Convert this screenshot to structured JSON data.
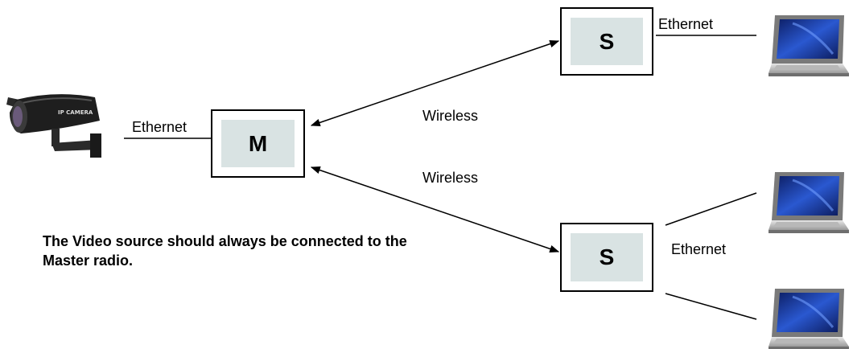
{
  "nodes": {
    "master": "M",
    "slave_top": "S",
    "slave_bottom": "S"
  },
  "labels": {
    "camera_link": "Ethernet",
    "top_link": "Ethernet",
    "bottom_link": "Ethernet",
    "wireless_top": "Wireless",
    "wireless_bottom": "Wireless"
  },
  "note": "The Video source should always be connected to the Master radio.",
  "icons": [
    "ip-camera-icon",
    "laptop-icon"
  ],
  "colors": {
    "node_fill": "#d9e3e3",
    "screen": "#1c3a9a"
  }
}
